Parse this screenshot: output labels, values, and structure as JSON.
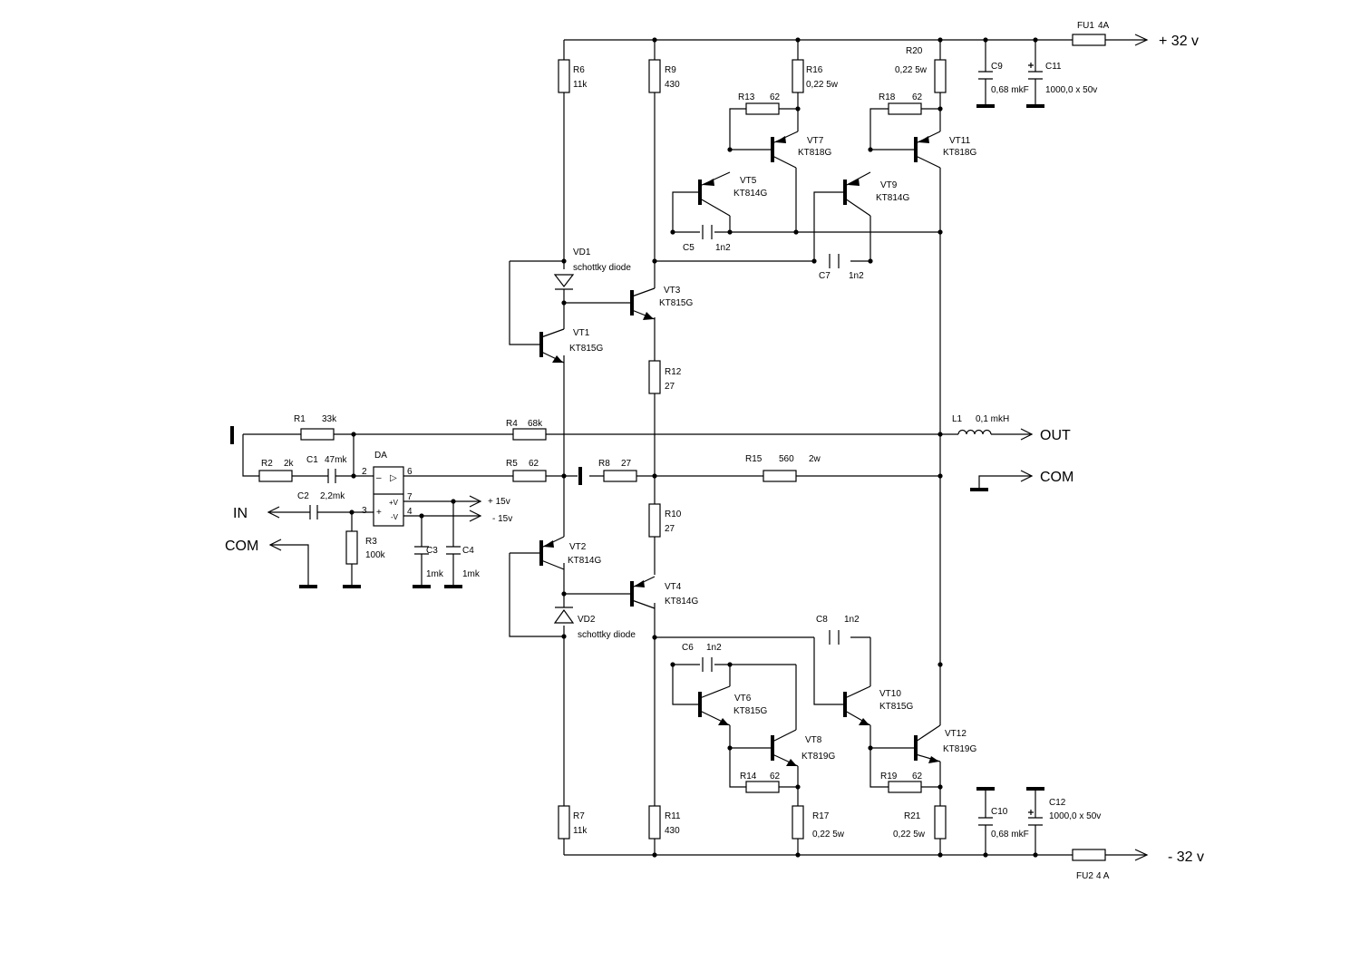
{
  "components": [
    {
      "ref": "R6",
      "value": "11k"
    },
    {
      "ref": "R9",
      "value": "430"
    },
    {
      "ref": "R16",
      "value": "0,22  5w"
    },
    {
      "ref": "R20",
      "value": "0,22  5w"
    },
    {
      "ref": "R13",
      "value": "62"
    },
    {
      "ref": "R18",
      "value": "62"
    },
    {
      "ref": "C9",
      "value": "0,68 mkF"
    },
    {
      "ref": "C11",
      "value": "1000,0 x 50v"
    },
    {
      "ref": "FU1",
      "value": "4A"
    },
    {
      "ref": "VT7",
      "value": "KT818G"
    },
    {
      "ref": "VT11",
      "value": "KT818G"
    },
    {
      "ref": "VT5",
      "value": "KT814G"
    },
    {
      "ref": "VT9",
      "value": "KT814G"
    },
    {
      "ref": "C5",
      "value": "1n2"
    },
    {
      "ref": "C7",
      "value": "1n2"
    },
    {
      "ref": "VD1",
      "value": "schottky diode"
    },
    {
      "ref": "VT3",
      "value": "KT815G"
    },
    {
      "ref": "VT1",
      "value": "KT815G"
    },
    {
      "ref": "R12",
      "value": "27"
    },
    {
      "ref": "R1",
      "value": "33k"
    },
    {
      "ref": "R4",
      "value": "68k"
    },
    {
      "ref": "L1",
      "value": "0,1 mkH"
    },
    {
      "ref": "R2",
      "value": "2k"
    },
    {
      "ref": "C1",
      "value": "47mk"
    },
    {
      "ref": "R5",
      "value": "62"
    },
    {
      "ref": "R8",
      "value": "27"
    },
    {
      "ref": "R15",
      "value": "560"
    },
    {
      "ref": "C2",
      "value": "2,2mk"
    },
    {
      "ref": "R3",
      "value": "100k"
    },
    {
      "ref": "C3",
      "value": "1mk"
    },
    {
      "ref": "C4",
      "value": "1mk"
    },
    {
      "ref": "R10",
      "value": "27"
    },
    {
      "ref": "VT2",
      "value": "KT814G"
    },
    {
      "ref": "VT4",
      "value": "KT814G"
    },
    {
      "ref": "VD2",
      "value": "schottky diode"
    },
    {
      "ref": "C8",
      "value": "1n2"
    },
    {
      "ref": "C6",
      "value": "1n2"
    },
    {
      "ref": "VT6",
      "value": "KT815G"
    },
    {
      "ref": "VT10",
      "value": "KT815G"
    },
    {
      "ref": "VT8",
      "value": "KT819G"
    },
    {
      "ref": "VT12",
      "value": "KT819G"
    },
    {
      "ref": "R14",
      "value": "62"
    },
    {
      "ref": "R19",
      "value": "62"
    },
    {
      "ref": "R17",
      "value": "0,22  5w"
    },
    {
      "ref": "R21",
      "value": "0,22  5w"
    },
    {
      "ref": "C10",
      "value": "0,68 mkF"
    },
    {
      "ref": "C12",
      "value": "1000,0 x 50v"
    },
    {
      "ref": "R7",
      "value": "11k"
    },
    {
      "ref": "R11",
      "value": "430"
    },
    {
      "ref": "FU2",
      "value": "4 A"
    }
  ],
  "r15_power": "2w",
  "opamp": {
    "ref": "DA",
    "pins": {
      "inv": "2",
      "out": "6",
      "noninv": "3",
      "vpos": "7",
      "vneg": "4"
    },
    "symbols": {
      "minus": "–",
      "plus": "+",
      "buffer": "▷",
      "vpos": "+V",
      "vneg": "-V"
    }
  },
  "terminals": {
    "vpos": "+ 32 v",
    "vneg": "- 32 v",
    "out": "OUT",
    "com_right": "COM",
    "in": "IN",
    "com_left": "COM",
    "p15": "+ 15v",
    "m15": "- 15v"
  }
}
